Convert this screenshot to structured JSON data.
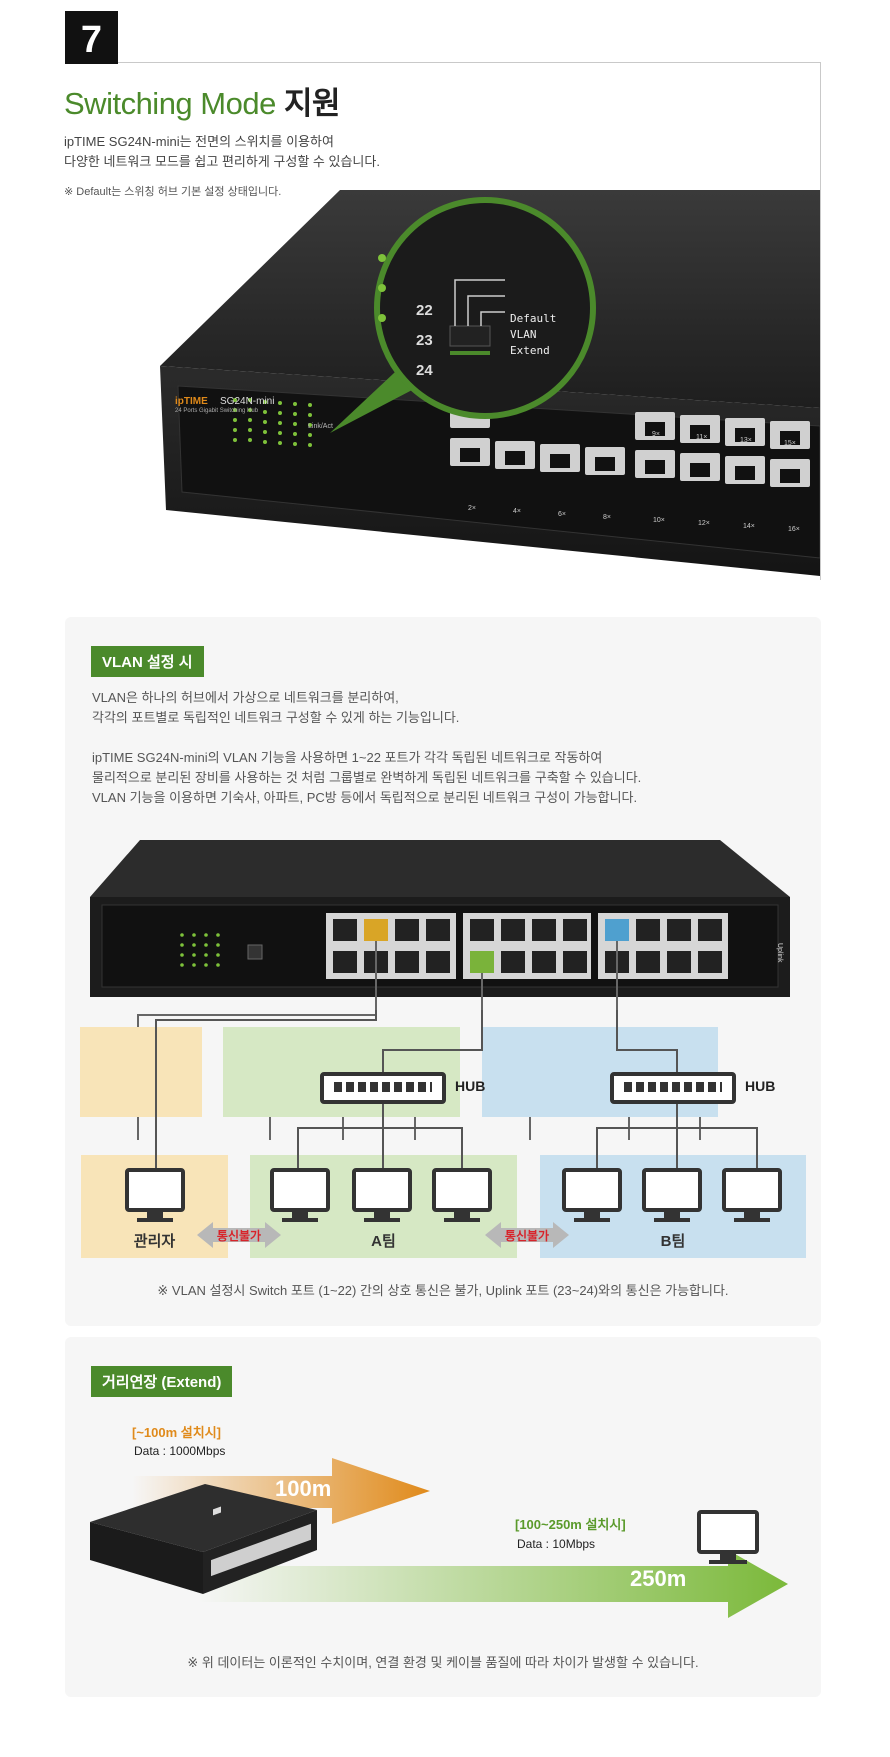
{
  "section_number": "7",
  "heading": {
    "en": "Switching Mode",
    "ko": "지원"
  },
  "intro": [
    "ipTIME SG24N-mini는 전면의 스위치를 이용하여",
    "다양한 네트워크 모드를 쉽고 편리하게 구성할 수 있습니다."
  ],
  "default_note": "※ Default는 스위칭 허브 기본 설정 상태입니다.",
  "device": {
    "brand": "ipTIME",
    "model": "SG24N-mini",
    "subtitle": "24 Ports Gigabit Switching Hub",
    "link_act": "Link/Act",
    "led_numbers": [
      "22",
      "23",
      "24"
    ],
    "modes": [
      "Default",
      "VLAN",
      "Extend"
    ],
    "port_labels_top": [
      "9×",
      "11×",
      "13×",
      "15×"
    ],
    "port_labels_bottom": [
      "2×",
      "4×",
      "6×",
      "8×",
      "10×",
      "12×",
      "14×",
      "16×"
    ]
  },
  "vlan": {
    "badge": "VLAN 설정 시",
    "para1": [
      "VLAN은 하나의 허브에서 가상으로 네트워크를 분리하여,",
      "각각의 포트별로 독립적인 네트워크 구성할 수 있게 하는 기능입니다."
    ],
    "para2": [
      "ipTIME SG24N-mini의 VLAN 기능을 사용하면 1~22 포트가 각각 독립된 네트워크로 작동하여",
      "물리적으로 분리된 장비를 사용하는 것 처럼 그룹별로 완벽하게 독립된 네트워크를 구축할 수 있습니다.",
      "VLAN 기능을 이용하면 기숙사, 아파트, PC방 등에서 독립적으로 분리된 네트워크 구성이 가능합니다."
    ],
    "hub_label": "HUB",
    "uplink": "Uplink",
    "zones": {
      "admin": "관리자",
      "a": "A팀",
      "b": "B팀"
    },
    "blocked": "통신불가",
    "footnote": "※ VLAN 설정시 Switch 포트 (1~22) 간의 상호 통신은 불가, Uplink 포트 (23~24)와의 통신은 가능합니다."
  },
  "extend": {
    "badge": "거리연장 (Extend)",
    "short": {
      "tag": "[~100m 설치시]",
      "data": "Data : 1000Mbps",
      "distance": "100m"
    },
    "long": {
      "tag": "[100~250m 설치시]",
      "data": "Data : 10Mbps",
      "distance": "250m"
    },
    "footnote": "※ 위 데이터는 이론적인 수치이며, 연결 환경 및 케이블 품질에 따라 차이가 발생할 수 있습니다."
  },
  "colors": {
    "accent_green": "#4b8a2b",
    "orange": "#e08a1a",
    "light_green": "#7bb93a",
    "admin_zone": "#f8e4b8",
    "a_zone": "#d6e8c4",
    "b_zone": "#c8e0ef",
    "red": "#d8232a"
  }
}
